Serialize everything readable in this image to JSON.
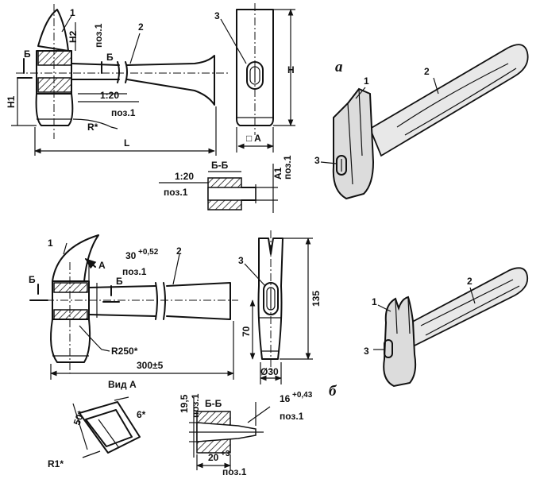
{
  "figure_a": {
    "label": "а",
    "callouts": [
      "1",
      "2",
      "3"
    ],
    "dims": {
      "h2": "H2",
      "h1": "H1",
      "h": "H",
      "l": "L",
      "r": "R*",
      "slope": "1:20",
      "a": "□ A",
      "a1": "A1"
    },
    "poz": "поз.1",
    "section_b": "Б",
    "section_bb": "Б-Б"
  },
  "figure_b": {
    "label": "б",
    "callouts": [
      "1",
      "2",
      "3"
    ],
    "dims": {
      "claw_w": "30",
      "claw_w_tol": "+0,52",
      "r250": "R250*",
      "len": "300±5",
      "h135": "135",
      "h70": "70",
      "d30": "Ø30",
      "d195": "19,5",
      "w16": "16",
      "w16_tol": "+0,43",
      "w20": "20",
      "w20_tol": "+3",
      "r1": "R1*",
      "a50": "50*",
      "six": "6*",
      "vid_a": "Вид А",
      "arrow_a": "А"
    },
    "poz": "поз.1",
    "section_b": "Б",
    "section_bb": "Б-Б"
  }
}
